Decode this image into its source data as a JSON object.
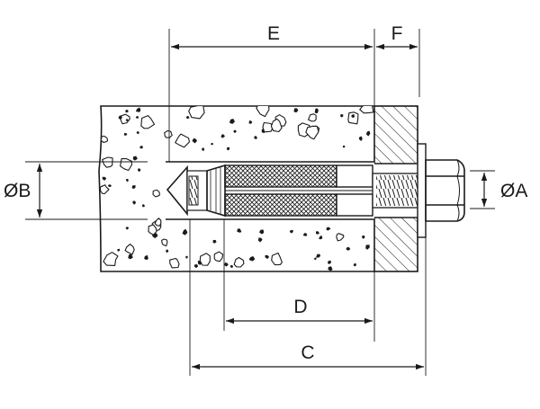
{
  "labels": {
    "E": "E",
    "F": "F",
    "D": "D",
    "C": "C",
    "dia_A": "ØA",
    "dia_B": "ØB"
  },
  "colors": {
    "line": "#1a1a1a",
    "concrete_fill": "#ffffff",
    "steel_fill": "#ffffff"
  }
}
